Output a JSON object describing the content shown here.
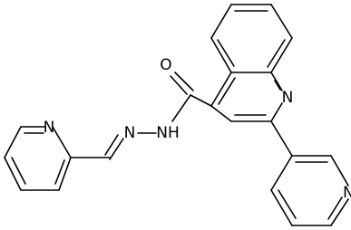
{
  "atoms": {
    "carbonyl_oxygen": "O",
    "quinoline_nitrogen": "N",
    "pyridyl_nitrogen_right": "N",
    "pyridyl_nitrogen_left": "N",
    "hydrazone_nitrogen": "N",
    "amide_nh": "NH"
  },
  "colors": {
    "bond": "#000000",
    "label": "#000000",
    "background": "#ffffff"
  }
}
